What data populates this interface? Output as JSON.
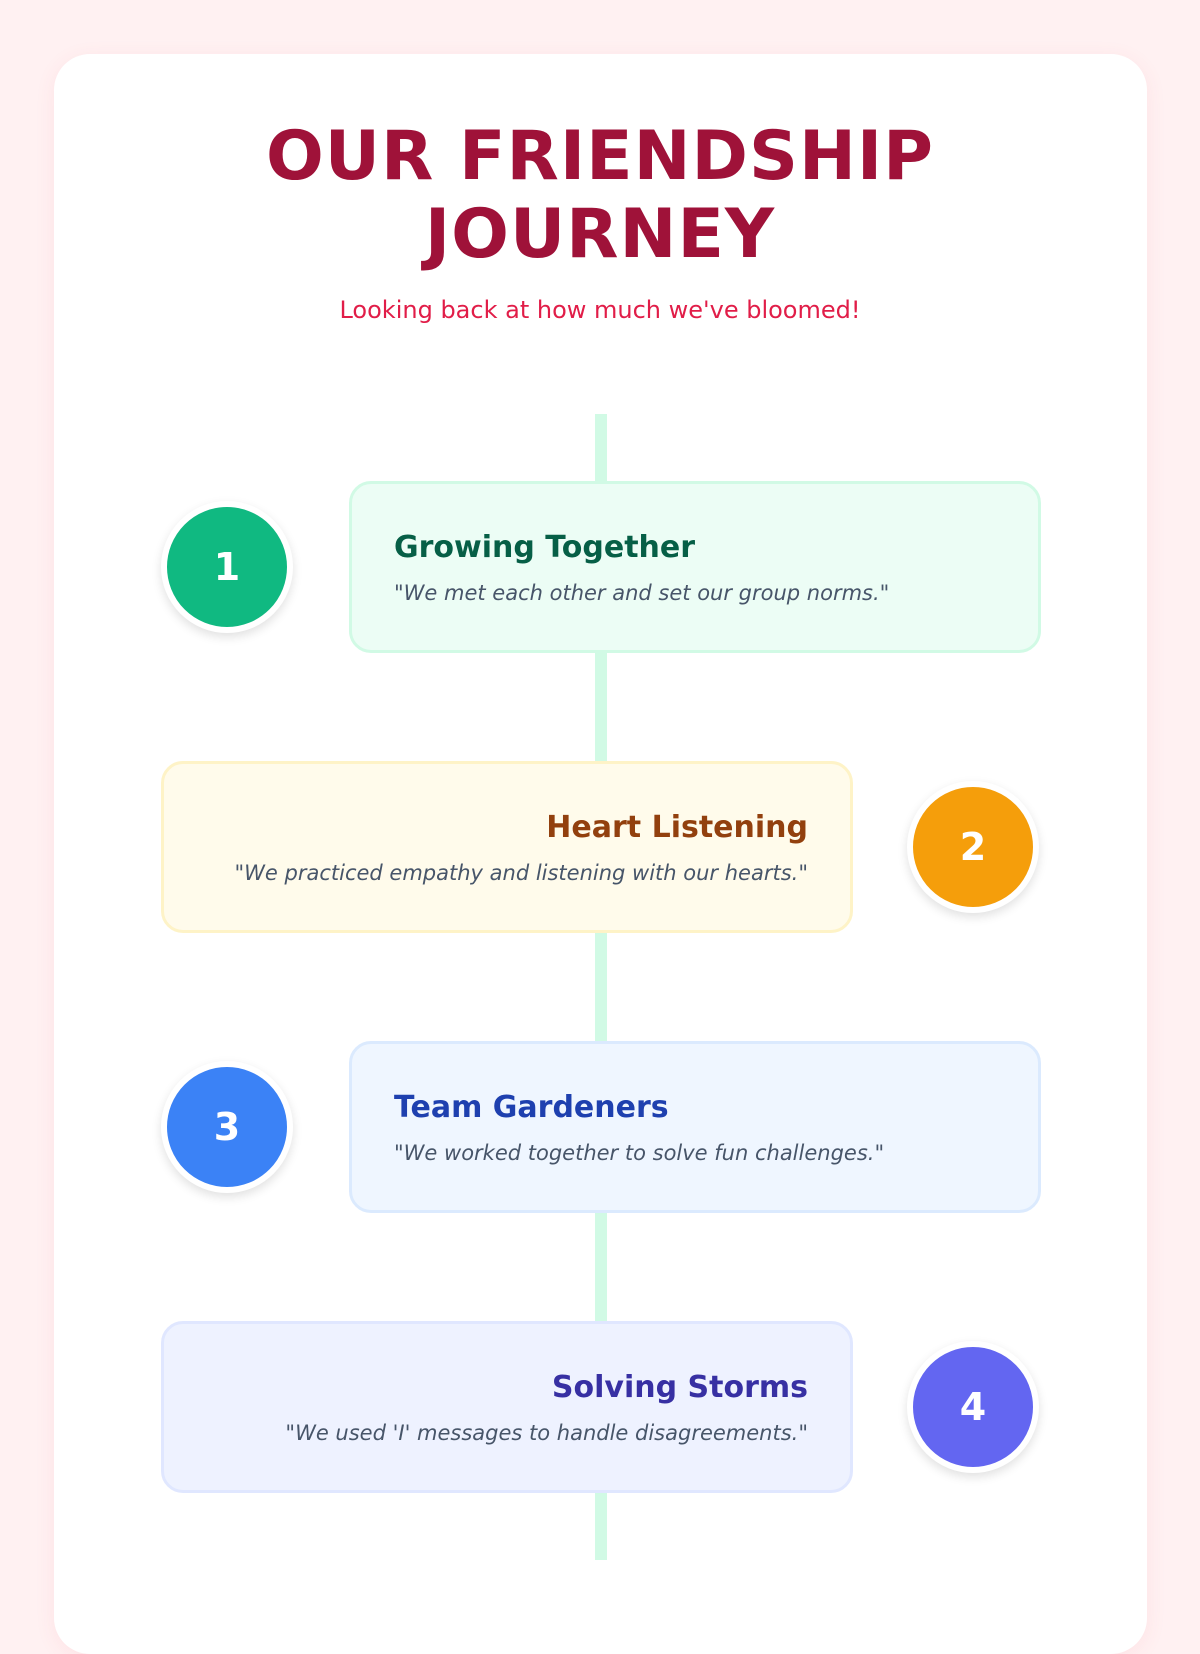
{
  "header": {
    "title_line1": "OUR FRIENDSHIP",
    "title_line2": "JOURNEY",
    "subtitle": "Looking back at how much we've bloomed!"
  },
  "timeline": [
    {
      "number": "1",
      "title": "Growing Together",
      "quote": "\"We met each other and set our group norms.\"",
      "accent": "#10b981",
      "bg": "#ecfdf5",
      "border": "#d1fae5",
      "title_color": "#065f46"
    },
    {
      "number": "2",
      "title": "Heart Listening",
      "quote": "\"We practiced empathy and listening with our hearts.\"",
      "accent": "#f59e0b",
      "bg": "#fffbeb",
      "border": "#fef3c7",
      "title_color": "#92400e"
    },
    {
      "number": "3",
      "title": "Team Gardeners",
      "quote": "\"We worked together to solve fun challenges.\"",
      "accent": "#3b82f6",
      "bg": "#eff6ff",
      "border": "#dbeafe",
      "title_color": "#1e40af"
    },
    {
      "number": "4",
      "title": "Solving Storms",
      "quote": "\"We used 'I' messages to handle disagreements.\"",
      "accent": "#6366f1",
      "bg": "#eef2ff",
      "border": "#e0e7ff",
      "title_color": "#3730a3"
    }
  ]
}
